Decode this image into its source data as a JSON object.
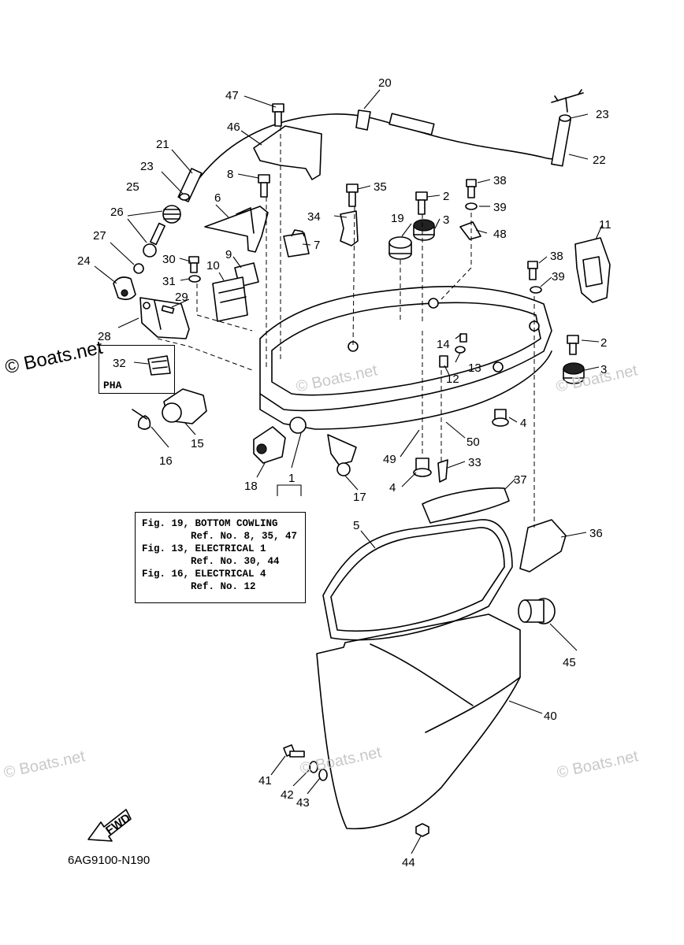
{
  "title": "BOTTOM COWLING",
  "diagram_code": "6AG9100-N190",
  "watermark": "© Boats.net",
  "pha_label": "PHA",
  "fwd_label": "FWD",
  "reference_box": [
    {
      "line": "Fig. 19, BOTTOM COWLING",
      "indent": false
    },
    {
      "line": "Ref. No. 8, 35, 47",
      "indent": true
    },
    {
      "line": "Fig. 13, ELECTRICAL 1",
      "indent": false
    },
    {
      "line": "Ref. No. 30, 44",
      "indent": true
    },
    {
      "line": "Fig. 16, ELECTRICAL 4",
      "indent": false
    },
    {
      "line": "Ref. No. 12",
      "indent": true
    }
  ],
  "callouts": {
    "c1": "1",
    "c2a": "2",
    "c2b": "2",
    "c3a": "3",
    "c3b": "3",
    "c4a": "4",
    "c4b": "4",
    "c5": "5",
    "c6": "6",
    "c7": "7",
    "c8": "8",
    "c9": "9",
    "c10": "10",
    "c11": "11",
    "c12": "12",
    "c13": "13",
    "c14": "14",
    "c15": "15",
    "c16": "16",
    "c17": "17",
    "c18": "18",
    "c19": "19",
    "c20": "20",
    "c21": "21",
    "c22": "22",
    "c23a": "23",
    "c23b": "23",
    "c24": "24",
    "c25": "25",
    "c26": "26",
    "c27": "27",
    "c28": "28",
    "c29": "29",
    "c30": "30",
    "c31": "31",
    "c32": "32",
    "c33": "33",
    "c34": "34",
    "c35": "35",
    "c36": "36",
    "c37": "37",
    "c38a": "38",
    "c38b": "38",
    "c39a": "39",
    "c39b": "39",
    "c40": "40",
    "c41": "41",
    "c42": "42",
    "c43": "43",
    "c44": "44",
    "c45": "45",
    "c46": "46",
    "c47": "47",
    "c48": "48",
    "c49": "49",
    "c50": "50"
  }
}
